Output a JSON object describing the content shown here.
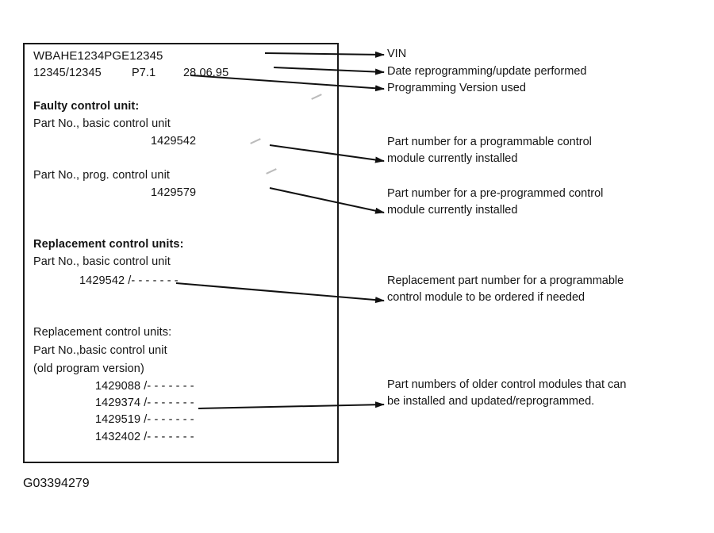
{
  "printout": {
    "vin": "WBAHE1234PGE12345",
    "reprogram_line": {
      "id": "12345/12345",
      "version": "P7.1",
      "date": "28.06.95"
    },
    "faulty_heading": "Faulty control unit:",
    "basic_label": "Part No., basic control unit",
    "basic_number": "1429542",
    "prog_label": "Part No., prog. control unit",
    "prog_number": "1429579",
    "replacement_heading": "Replacement control units:",
    "replacement_basic_label": "Part No., basic control unit",
    "replacement_number": "1429542 /- - - - - - -",
    "old_heading": "Replacement control units:",
    "old_label": "Part No.,basic control unit",
    "old_version": "(old program version)",
    "old_numbers": [
      "1429088 /- - - - - - -",
      "1429374 /- - - - - - -",
      "1429519 /- - - - - - -",
      "1432402 /- - - - - - -"
    ]
  },
  "callouts": {
    "vin": "VIN",
    "date": "Date reprogramming/update performed",
    "version": "Programming Version used",
    "programmable": [
      "Part number for a programmable control",
      "module currently installed"
    ],
    "preprogrammed": [
      "Part number for a pre-programmed control",
      "module currently installed"
    ],
    "replacement": [
      "Replacement part number for a programmable",
      "control module to be ordered if needed"
    ],
    "older": [
      "Part numbers of older control modules that can",
      "be installed and updated/reprogrammed."
    ]
  },
  "figure_id": "G03394279"
}
